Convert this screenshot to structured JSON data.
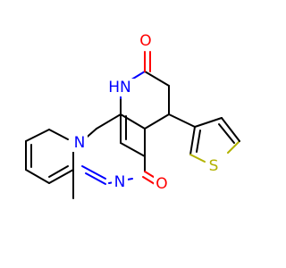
{
  "molecule": {
    "atoms": {
      "o_top": {
        "label": "O",
        "color": "#ff0000"
      },
      "nh": {
        "label": "HN",
        "color": "#0000ff"
      },
      "n_bridge": {
        "label": "N",
        "color": "#0000ff"
      },
      "n_lower": {
        "label": "N",
        "color": "#0000ff"
      },
      "o_lower": {
        "label": "O",
        "color": "#ff0000"
      },
      "s": {
        "label": "S",
        "color": "#b2b200"
      }
    }
  }
}
